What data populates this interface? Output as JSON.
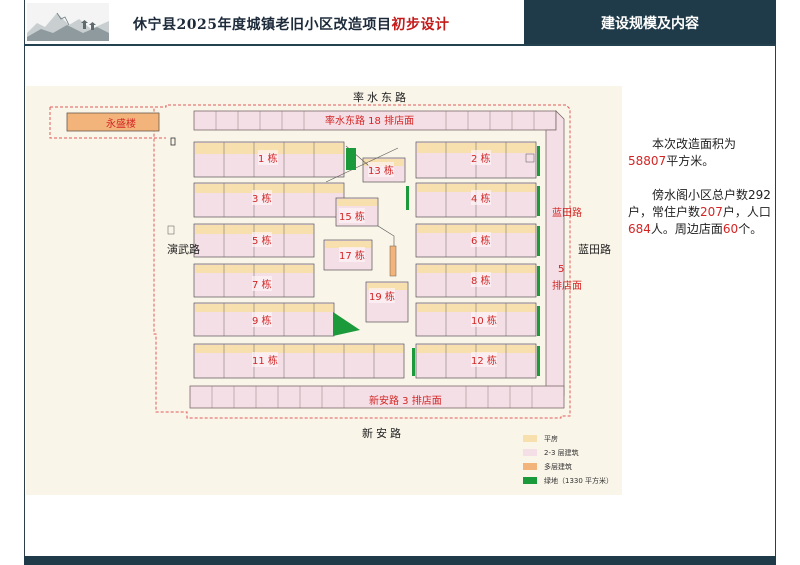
{
  "header": {
    "title_prefix": "休宁县2025年度城镇老旧小区改造项目",
    "title_highlight": "初步设计",
    "section_title": "建设规模及内容"
  },
  "colors": {
    "header_dark": "#1f3a48",
    "accent_red": "#d42525",
    "flat_house": "#f7dfae",
    "low_rise": "#f5dfe6",
    "multi_storey": "#f2b47a",
    "green_space": "#1a9a3a"
  },
  "map": {
    "roads": {
      "north": "率水东路",
      "south": "新安路",
      "west": "演武路",
      "east": "蓝田路"
    },
    "shops": {
      "north": "率水东路 18 排店面",
      "south": "新安路 3 排店面",
      "east_road": "蓝田路",
      "east_count": "5",
      "east_suffix": "排店面"
    },
    "landmark": "永盛楼",
    "buildings": [
      "1 栋",
      "2 栋",
      "3 栋",
      "4 栋",
      "5 栋",
      "6 栋",
      "7 栋",
      "8 栋",
      "9 栋",
      "10 栋",
      "11 栋",
      "12 栋",
      "13 栋",
      "15 栋",
      "17 栋",
      "19 栋"
    ],
    "legend": [
      {
        "label": "平房",
        "color": "#f7dfae"
      },
      {
        "label": "2-3 层建筑",
        "color": "#f5dfe6"
      },
      {
        "label": "多层建筑",
        "color": "#f2b47a"
      },
      {
        "label": "绿地（1330 平方米）",
        "color": "#1a9a3a"
      }
    ]
  },
  "description": {
    "area_prefix": "本次改造面积为",
    "area_value": "58807",
    "area_suffix": "平方米。",
    "households_prefix": "傍水阁小区总户数292户，常住户数",
    "resident_households": "207",
    "population_prefix": "户，人口",
    "population": "684",
    "shops_prefix": "人。周边店面",
    "shops": "60",
    "shops_suffix": "个。"
  }
}
